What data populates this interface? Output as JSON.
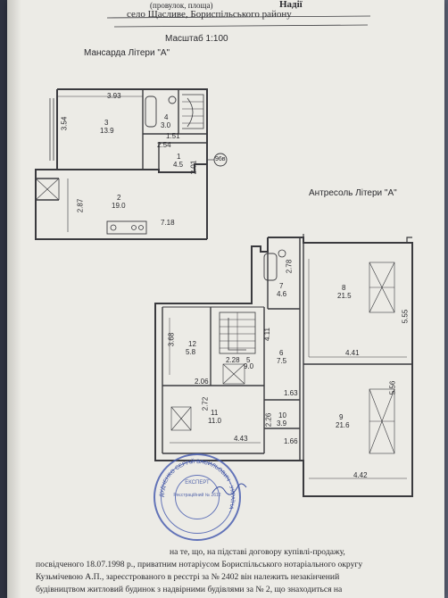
{
  "header": {
    "line1_left": "(провулок, площа)",
    "line1_right": "Надії",
    "line2": "село Щасливе, Бориспільського району"
  },
  "scale": "Масштаб 1:100",
  "sections": {
    "mansard": "Мансарда Літери \"А\"",
    "antresol": "Антресоль Літери \"А\""
  },
  "mansard_rooms": [
    {
      "num": "3",
      "area": "13.9"
    },
    {
      "num": "4",
      "area": "3.0"
    },
    {
      "num": "1",
      "area": "4.5"
    },
    {
      "num": "2",
      "area": "19.0"
    }
  ],
  "mansard_dims": [
    "3.93",
    "3.54",
    "1.51",
    "2.54",
    "2.01",
    "2.87",
    "7.18"
  ],
  "marker": "96в",
  "antresol_rooms": [
    {
      "num": "7",
      "area": "4.6"
    },
    {
      "num": "8",
      "area": "21.5"
    },
    {
      "num": "12",
      "area": "5.8"
    },
    {
      "num": "5",
      "area": "9.0"
    },
    {
      "num": "6",
      "area": "7.5"
    },
    {
      "num": "11",
      "area": "11.0"
    },
    {
      "num": "10",
      "area": "3.9"
    },
    {
      "num": "9",
      "area": "21.6"
    }
  ],
  "antresol_dims": [
    "2.78",
    "5.55",
    "4.41",
    "3.68",
    "4.11",
    "2.28",
    "2.06",
    "2.72",
    "1.63",
    "5.56",
    "2.26",
    "4.43",
    "1.66",
    "4.42"
  ],
  "stamp": {
    "title": "ЕКСПЕРТ",
    "reg": "Реєстраційний № 2612",
    "ring": "ДУДЧЕНКО СЕРГІЙ ВАСИЛЬОВИЧ · УКРАЇНА ·"
  },
  "footer": [
    "на те, що, на підставі договору купівлі-продажу,",
    "посвідченого 18.07.1998 р., приватним нотаріусом Бориспільського нотаріального округу",
    "Кузьмічевою А.П., зареєстрованого в реєстрі за № 2402 він належить незакінчений",
    "будівництвом житловий будинок з надвірними будівлями за № 2, що знаходиться на"
  ]
}
